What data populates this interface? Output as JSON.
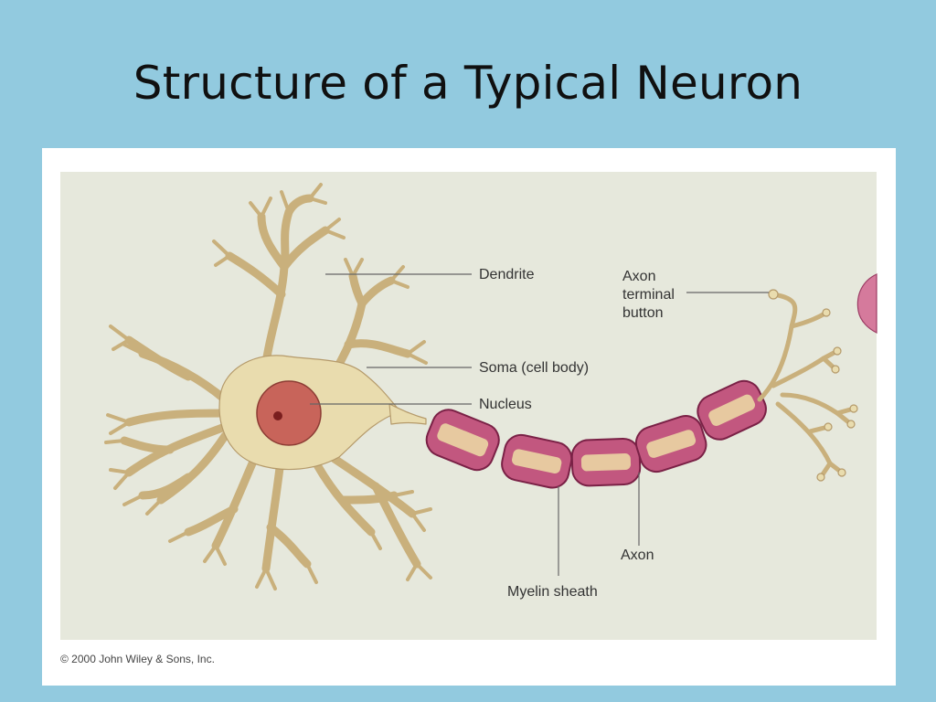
{
  "slide": {
    "title": "Structure of a Typical Neuron"
  },
  "figure": {
    "labels": {
      "dendrite": "Dendrite",
      "axon_terminal_line1": "Axon",
      "axon_terminal_line2": "terminal",
      "axon_terminal_line3": "button",
      "soma": "Soma (cell body)",
      "nucleus": "Nucleus",
      "axon": "Axon",
      "myelin_sheath": "Myelin sheath"
    },
    "copyright": "© 2000 John Wiley & Sons, Inc.",
    "colors": {
      "background": "#92cadf",
      "panel": "#e6e8dc",
      "cell_body": "#e9dcae",
      "cell_outline": "#b59a6a",
      "nucleus": "#c8645a",
      "myelin": "#c2577f",
      "myelin_inner": "#e7b8c5"
    }
  }
}
